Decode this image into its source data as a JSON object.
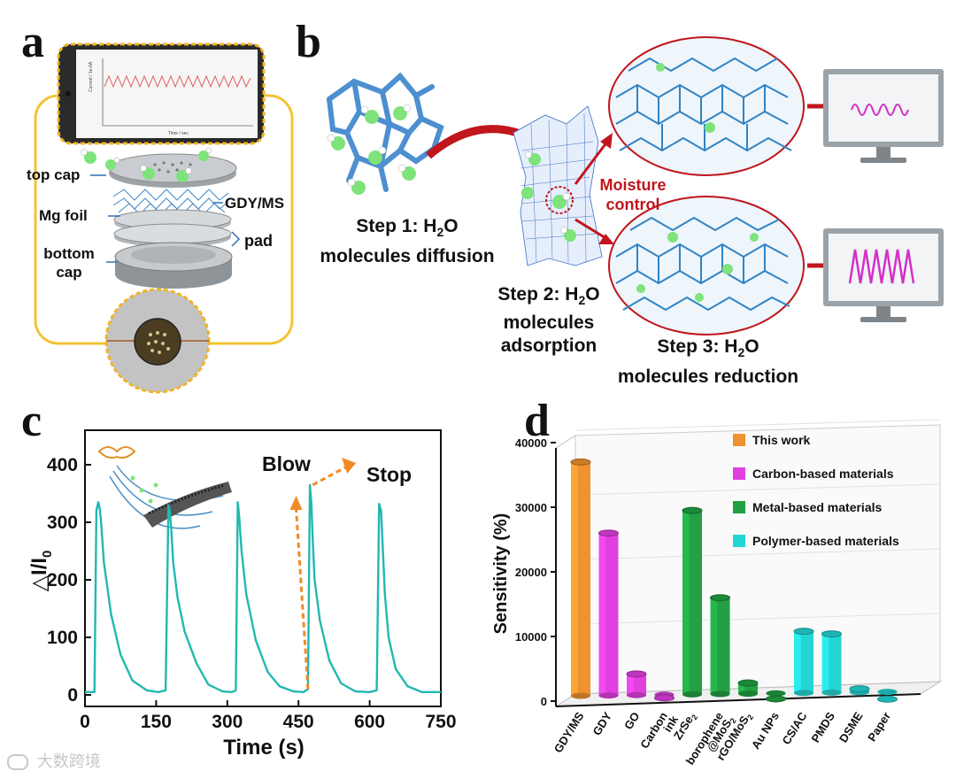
{
  "panel_labels": {
    "a": "a",
    "b": "b",
    "c": "c",
    "d": "d"
  },
  "panel_a": {
    "phone_axis_label": "Current / 1e-6A",
    "phone_time_label": "Time / sec",
    "labels": {
      "top_cap": "top cap",
      "gdy_ms": "GDY/MS",
      "mg_foil": "Mg foil",
      "pad": "pad",
      "bottom_cap_1": "bottom",
      "bottom_cap_2": "cap"
    }
  },
  "panel_b": {
    "step1": {
      "line1_pre": "Step 1: H",
      "line1_sub": "2",
      "line1_post": "O",
      "line2": "molecules diffusion"
    },
    "step2": {
      "line1_pre": "Step 2: H",
      "line1_sub": "2",
      "line1_post": "O",
      "line2": "molecules",
      "line3": "adsorption"
    },
    "step3": {
      "line1_pre": "Step 3: H",
      "line1_sub": "2",
      "line1_post": "O",
      "line2": "molecules reduction"
    },
    "moisture_1": "Moisture",
    "moisture_2": "control",
    "colors": {
      "accent_red": "#c0161c",
      "wave": "#d430c8",
      "network": "#3f86c7"
    }
  },
  "chart_data": [
    {
      "type": "line",
      "panel": "c",
      "xlabel": "Time (s)",
      "ylabel_main": "△I/I",
      "ylabel_sub": "0",
      "xlim": [
        0,
        750
      ],
      "ylim": [
        -20,
        460
      ],
      "xticks": [
        0,
        150,
        300,
        450,
        600,
        750
      ],
      "yticks": [
        0,
        100,
        200,
        300,
        400
      ],
      "annotations": {
        "blow": "Blow",
        "stop": "Stop"
      },
      "color": "#22b8b0",
      "series": [
        {
          "x": [
            0,
            20,
            24,
            28,
            31,
            34,
            40,
            55,
            75,
            100,
            130,
            155,
            170,
            176,
            179,
            182,
            186,
            195,
            210,
            235,
            260,
            290,
            310,
            318,
            322,
            325,
            330,
            340,
            360,
            385,
            410,
            440,
            460,
            470,
            474,
            477,
            480,
            484,
            495,
            515,
            540,
            570,
            600,
            615,
            620,
            624,
            628,
            632,
            640,
            655,
            680,
            710,
            750
          ],
          "y": [
            5,
            5,
            320,
            335,
            325,
            300,
            230,
            140,
            70,
            25,
            8,
            5,
            8,
            330,
            320,
            285,
            230,
            170,
            110,
            55,
            18,
            6,
            5,
            8,
            335,
            310,
            250,
            175,
            95,
            40,
            15,
            6,
            5,
            10,
            365,
            335,
            270,
            200,
            130,
            60,
            20,
            6,
            5,
            8,
            332,
            320,
            250,
            175,
            100,
            45,
            15,
            5,
            5
          ]
        }
      ]
    },
    {
      "type": "bar",
      "panel": "d",
      "ylabel": "Sensitivity (%)",
      "ylim": [
        0,
        40000
      ],
      "yticks": [
        0,
        10000,
        20000,
        30000,
        40000
      ],
      "categories": [
        "GDY/MS",
        "GDY",
        "GO",
        "Carbon ink",
        "ZrSe2",
        "borophene @MoS2",
        "rGO/MoS2",
        "Au NPs",
        "CS/AC",
        "PMDS",
        "DSME",
        "Paper"
      ],
      "category_labels": [
        {
          "l1": "GDY/MS"
        },
        {
          "l1": "GDY"
        },
        {
          "l1": "GO"
        },
        {
          "l1": "Carbon",
          "l2": "ink"
        },
        {
          "pre": "ZrSe",
          "sub": "2"
        },
        {
          "l1": "borophene",
          "l2pre": "@MoS",
          "l2sub": "2"
        },
        {
          "pre": "rGO/MoS",
          "sub": "2"
        },
        {
          "l1": "Au NPs"
        },
        {
          "l1": "CS/AC"
        },
        {
          "l1": "PMDS"
        },
        {
          "l1": "DSME"
        },
        {
          "l1": "Paper"
        }
      ],
      "values": [
        37000,
        26000,
        4200,
        500,
        29500,
        16000,
        2800,
        350,
        10800,
        10400,
        1900,
        300
      ],
      "groups": [
        "This work",
        "Carbon-based materials",
        "Carbon-based materials",
        "Carbon-based materials",
        "Metal-based materials",
        "Metal-based materials",
        "Metal-based materials",
        "Metal-based materials",
        "Polymer-based materials",
        "Polymer-based materials",
        "Polymer-based materials",
        "Polymer-based materials"
      ],
      "legend": [
        {
          "name": "This work",
          "color": "#f0922e"
        },
        {
          "name": "Carbon-based materials",
          "color": "#e040e0"
        },
        {
          "name": "Metal-based materials",
          "color": "#22a043"
        },
        {
          "name": "Polymer-based materials",
          "color": "#25d5d5"
        }
      ],
      "legend_position": "top-right"
    }
  ],
  "watermark": "大数跨境"
}
